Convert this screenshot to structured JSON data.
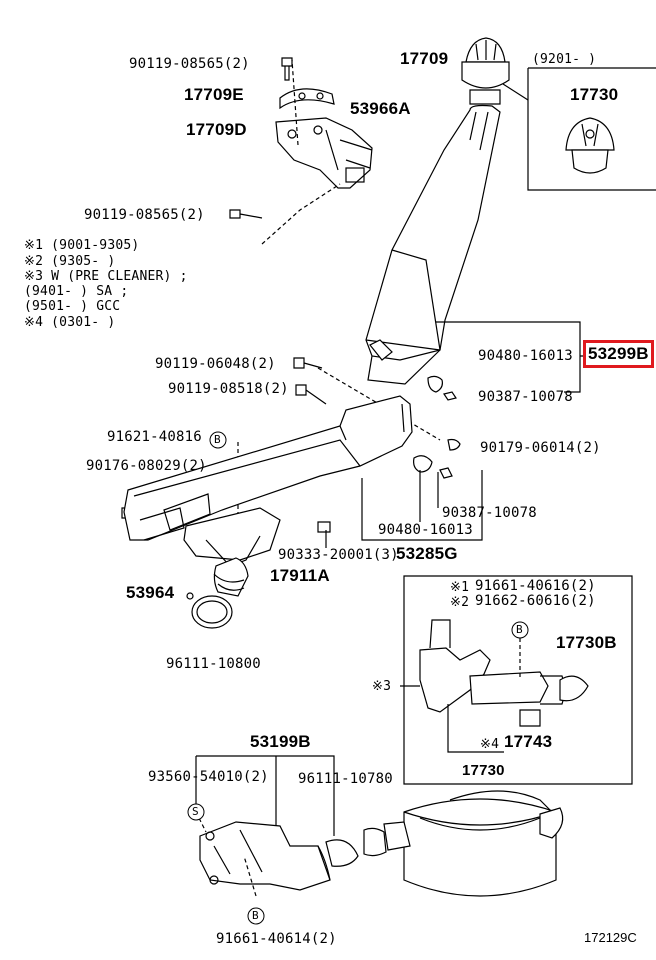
{
  "parts": {
    "p_90119_08565_top": "90119-08565(2)",
    "p_17709E": "17709E",
    "p_17709D": "17709D",
    "p_53966A": "53966A",
    "p_90119_08565_mid": "90119-08565(2)",
    "p_17709": "17709",
    "p_17730_inset": "17730",
    "p_inset_date": "(9201-        )",
    "p_90119_06048": "90119-06048(2)",
    "p_90119_08518": "90119-08518(2)",
    "p_90480_16013_a": "90480-16013",
    "p_53299B": "53299B",
    "p_90387_10078_a": "90387-10078",
    "p_91621_40816": "91621-40816",
    "p_90176_08029": "90176-08029(2)",
    "p_90179_06014": "90179-06014(2)",
    "p_90387_10078_b": "90387-10078",
    "p_90480_16013_b": "90480-16013",
    "p_90333_20001": "90333-20001(3)",
    "p_53285G": "53285G",
    "p_53964": "53964",
    "p_17911A": "17911A",
    "p_96111_10800": "96111-10800",
    "p_91661_40616": "91661-40616(2)",
    "p_91662_60616": "91662-60616(2)",
    "p_17730B": "17730B",
    "p_17743": "17743",
    "p_17730": "17730",
    "p_53199B": "53199B",
    "p_93560_54010": "93560-54010(2)",
    "p_96111_10780": "96111-10780",
    "p_91661_40614": "91661-40614(2)"
  },
  "markers": {
    "m1": "※1",
    "m2": "※2",
    "m3": "※3",
    "m4": "※4",
    "m3_side": "※3",
    "m4_side": "※4",
    "letter_b": "B",
    "letter_s": "S"
  },
  "notes": {
    "n1": "※1 (9001-9305)",
    "n2": "※2 (9305-        )",
    "n3": "※3 W (PRE  CLEANER) ;",
    "n3a": "     (9401-        ) SA ;",
    "n3b": "     (9501-        ) GCC",
    "n4": "※4 (0301-        )"
  },
  "highlight_color": "#e0191e",
  "diagram_id": "172129C"
}
